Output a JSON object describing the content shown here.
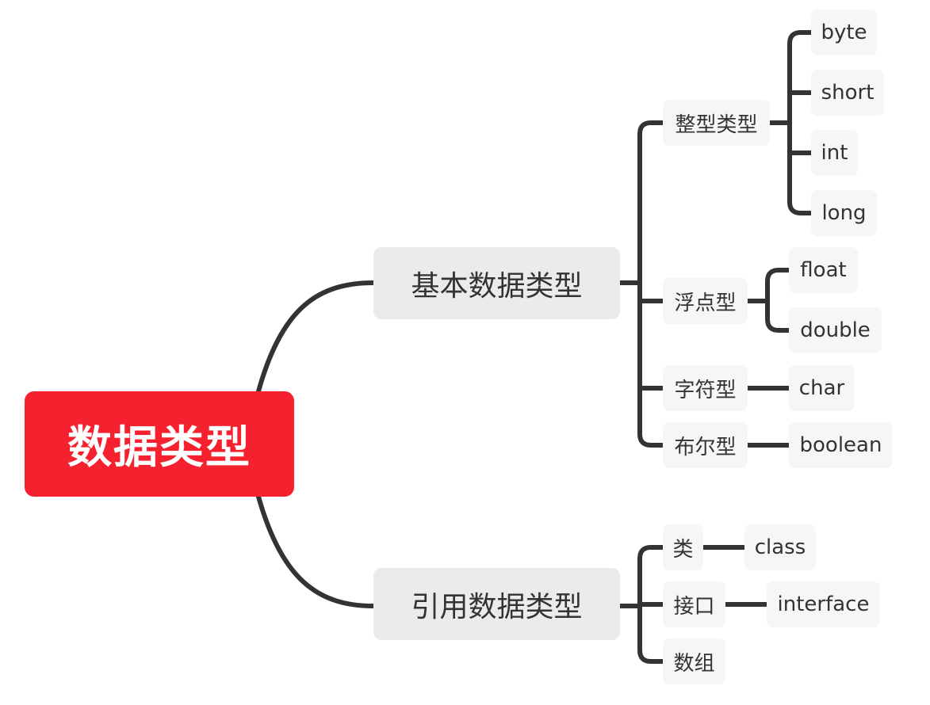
{
  "diagram": {
    "root": {
      "label": "数据类型",
      "color": "#f6212e"
    },
    "branches": [
      {
        "label": "基本数据类型",
        "children": [
          {
            "label": "整型类型",
            "leaves": [
              "byte",
              "short",
              "int",
              "long"
            ]
          },
          {
            "label": "浮点型",
            "leaves": [
              "float",
              "double"
            ]
          },
          {
            "label": "字符型",
            "leaves": [
              "char"
            ]
          },
          {
            "label": "布尔型",
            "leaves": [
              "boolean"
            ]
          }
        ]
      },
      {
        "label": "引用数据类型",
        "children": [
          {
            "label": "类",
            "leaves": [
              "class"
            ]
          },
          {
            "label": "接口",
            "leaves": [
              "interface"
            ]
          },
          {
            "label": "数组",
            "leaves": []
          }
        ]
      }
    ],
    "line_color": "#333333"
  }
}
